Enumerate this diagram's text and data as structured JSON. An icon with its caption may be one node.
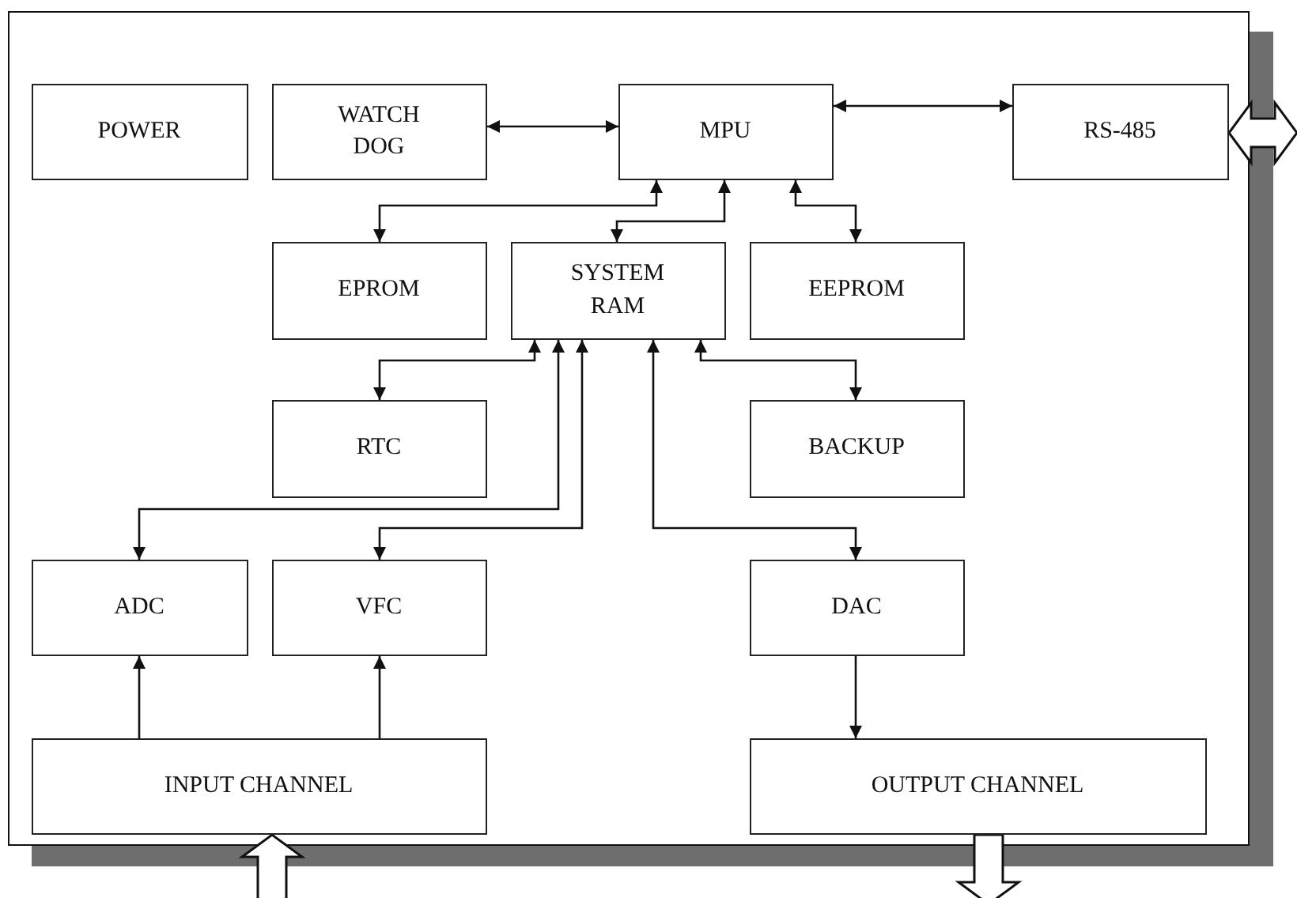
{
  "diagram": {
    "nodes": [
      {
        "text": [],
        "shape": "box"
      },
      {
        "text": [
          "POWER"
        ],
        "in": 0
      },
      {
        "text": [
          "WATCH DOG"
        ],
        "in": 0
      },
      {
        "text": [
          "MPU"
        ],
        "in": 0
      },
      {
        "text": [
          "RS-485"
        ],
        "in": 0
      },
      {
        "text": [
          "EPROM"
        ],
        "in": 0
      },
      {
        "text": [
          "SYSTEM RAM"
        ],
        "in": 0
      },
      {
        "text": [
          "EEPROM"
        ],
        "in": 0
      },
      {
        "text": [
          "RTC"
        ],
        "in": 0
      },
      {
        "text": [
          "BACKUP"
        ],
        "in": 0
      },
      {
        "text": [
          "ADC"
        ],
        "in": 0
      },
      {
        "text": [
          "VFC"
        ],
        "in": 0
      },
      {
        "text": [
          "DAC"
        ],
        "in": 0
      },
      {
        "text": [
          "INPUT CHANNEL"
        ],
        "in": 0
      },
      {
        "text": [
          "OUTPUT CHANNEL"
        ],
        "in": 0
      }
    ],
    "edges": [
      {
        "from": 2,
        "to": 3,
        "arrow": "both"
      },
      {
        "from": 3,
        "to": 4,
        "arrow": "both"
      },
      {
        "from": 3,
        "to": 5,
        "arrow": "both"
      },
      {
        "from": 3,
        "to": 6,
        "arrow": "both"
      },
      {
        "from": 3,
        "to": 7,
        "arrow": "both"
      },
      {
        "from": 6,
        "to": 8,
        "arrow": "both"
      },
      {
        "from": 6,
        "to": 10,
        "arrow": "both"
      },
      {
        "from": 6,
        "to": 11,
        "arrow": "both"
      },
      {
        "from": 6,
        "to": 12,
        "arrow": "both"
      },
      {
        "from": 6,
        "to": 9,
        "arrow": "both"
      },
      {
        "from": 13,
        "to": 10,
        "arrow": "to"
      },
      {
        "from": 13,
        "to": 11,
        "arrow": "to"
      },
      {
        "from": 12,
        "to": 14,
        "arrow": "to"
      },
      {
        "from": 4,
        "to": null,
        "arrow": "both",
        "style": "thick"
      },
      {
        "from": null,
        "to": 13,
        "arrow": "to",
        "style": "thick"
      },
      {
        "from": 14,
        "to": null,
        "arrow": "to",
        "style": "thick"
      }
    ]
  }
}
